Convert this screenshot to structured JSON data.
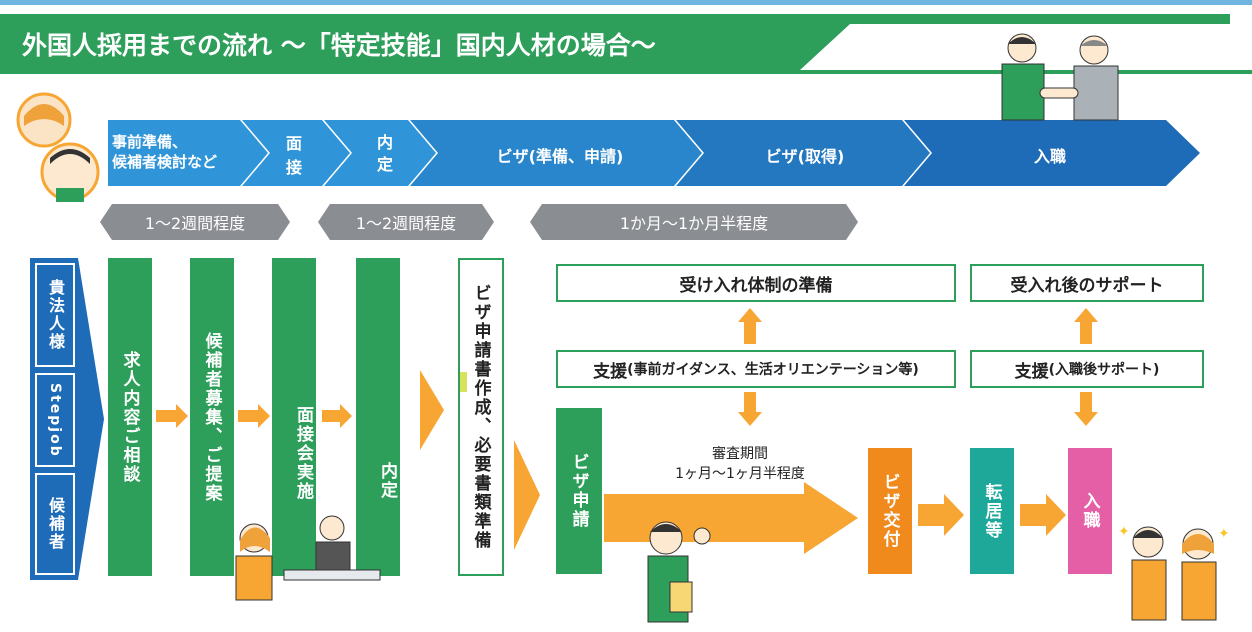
{
  "title": "外国人採用までの流れ ～「特定技能」国内人材の場合～",
  "phases": [
    {
      "label_line1": "事前準備、",
      "label_line2": "候補者検討など"
    },
    {
      "label": "面接"
    },
    {
      "label": "内定"
    },
    {
      "label": "ビザ(準備、申請)"
    },
    {
      "label": "ビザ(取得)"
    },
    {
      "label": "入職"
    }
  ],
  "durations": [
    {
      "label": "1～2週間程度"
    },
    {
      "label": "1～2週間程度"
    },
    {
      "label": "1か月～1か月半程度"
    }
  ],
  "roles": [
    {
      "label": "貴法人様"
    },
    {
      "label": "Stepjob"
    },
    {
      "label": "候補者"
    }
  ],
  "steps": [
    {
      "label": "求人内容ご相談"
    },
    {
      "label": "候補者募集、ご提案"
    },
    {
      "label": "面接会実施"
    },
    {
      "label": "内定"
    },
    {
      "label": "ビザ申請書作成、必要書類準備"
    },
    {
      "label": "ビザ申請"
    },
    {
      "label": "ビザ交付"
    },
    {
      "label": "転居等"
    },
    {
      "label": "入職"
    }
  ],
  "support": {
    "pre_prep": "受け入れ体制の準備",
    "pre_support": "支援",
    "pre_support_detail": "(事前ガイダンス、生活オリエンテーション等)",
    "post_support_title": "受入れ後のサポート",
    "post_support": "支援",
    "post_support_detail": "(入職後サポート)"
  },
  "review": {
    "line1": "審査期間",
    "line2": "1ヶ月～1ヶ月半程度"
  },
  "colors": {
    "green": "#2e9e5b",
    "light_blue": "#2f95d8",
    "dark_blue": "#1e6bb8",
    "gray": "#8a8d91",
    "orange": "#f7a634",
    "deep_orange": "#f08a1c",
    "teal": "#1ea89a",
    "pink": "#e55fa6"
  }
}
